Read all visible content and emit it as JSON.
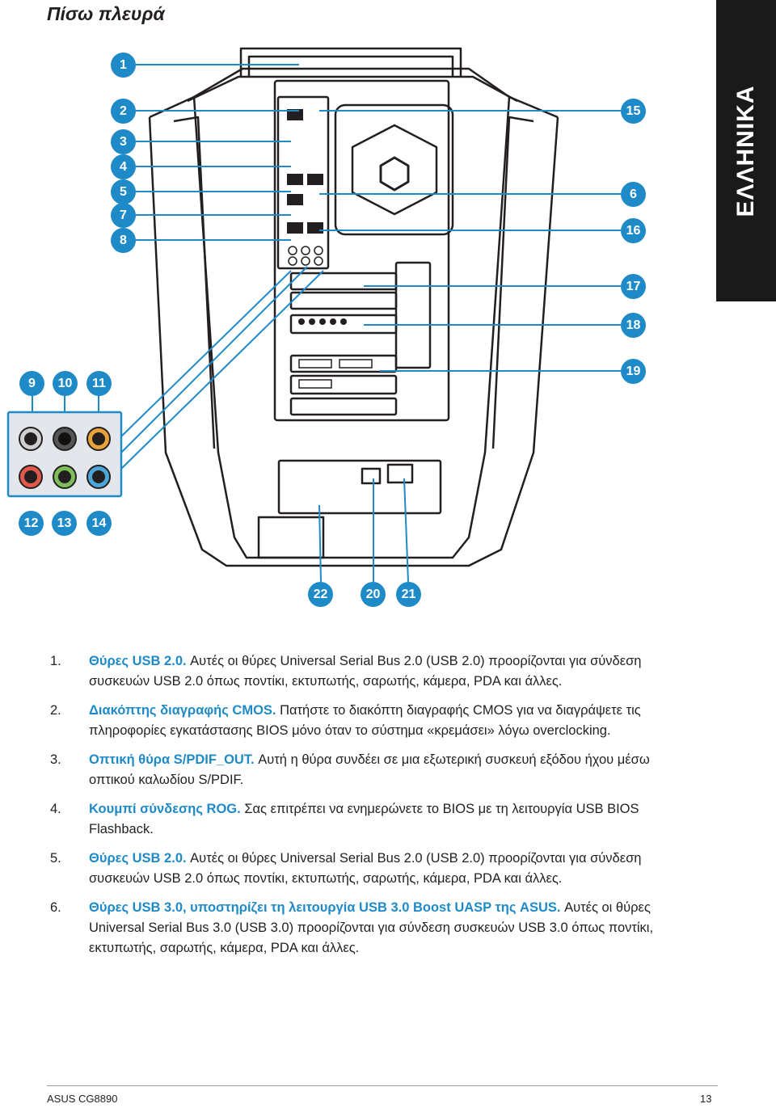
{
  "page": {
    "title": "Πίσω πλευρά",
    "side_tab": "ΕΛΛΗΝΙΚΑ",
    "footer_left": "ASUS CG8890",
    "footer_right": "13",
    "accent_color": "#1e8ac8"
  },
  "callouts": [
    "1",
    "2",
    "3",
    "4",
    "5",
    "7",
    "8",
    "15",
    "6",
    "16",
    "17",
    "18",
    "19",
    "9",
    "10",
    "11",
    "12",
    "13",
    "14",
    "22",
    "20",
    "21"
  ],
  "items": [
    {
      "num": "1.",
      "lead": "Θύρες USB 2.0.",
      "text": " Αυτές οι θύρες Universal Serial Bus 2.0 (USB 2.0) προορίζονται για σύνδεση συσκευών USB 2.0 όπως ποντίκι, εκτυπωτής, σαρωτής, κάμερα, PDA και άλλες."
    },
    {
      "num": "2.",
      "lead": "Διακόπτης διαγραφής CMOS.",
      "text": " Πατήστε το διακόπτη διαγραφής CMOS για να διαγράψετε τις πληροφορίες εγκατάστασης BIOS μόνο όταν το σύστημα «κρεμάσει» λόγω overclocking."
    },
    {
      "num": "3.",
      "lead": "Οπτική θύρα S/PDIF_OUT.",
      "text": " Αυτή η θύρα συνδέει σε μια εξωτερική συσκευή εξόδου ήχου μέσω οπτικού καλωδίου S/PDIF."
    },
    {
      "num": "4.",
      "lead": "Κουμπί σύνδεσης ROG.",
      "text": " Σας επιτρέπει να ενημερώνετε το BIOS με τη λειτουργία USB BIOS Flashback."
    },
    {
      "num": "5.",
      "lead": "Θύρες USB 2.0.",
      "text": " Αυτές οι θύρες Universal Serial Bus 2.0 (USB 2.0) προορίζονται για σύνδεση συσκευών USB 2.0 όπως ποντίκι, εκτυπωτής, σαρωτής, κάμερα, PDA και άλλες."
    },
    {
      "num": "6.",
      "lead": "Θύρες USB 3.0, υποστηρίζει τη λειτουργία USB 3.0 Boost UASP της ASUS.",
      "text": " Αυτές οι θύρες Universal Serial Bus 3.0 (USB 3.0) προορίζονται για σύνδεση συσκευών USB 3.0 όπως ποντίκι, εκτυπωτής, σαρωτής, κάμερα, PDA και άλλες."
    }
  ]
}
